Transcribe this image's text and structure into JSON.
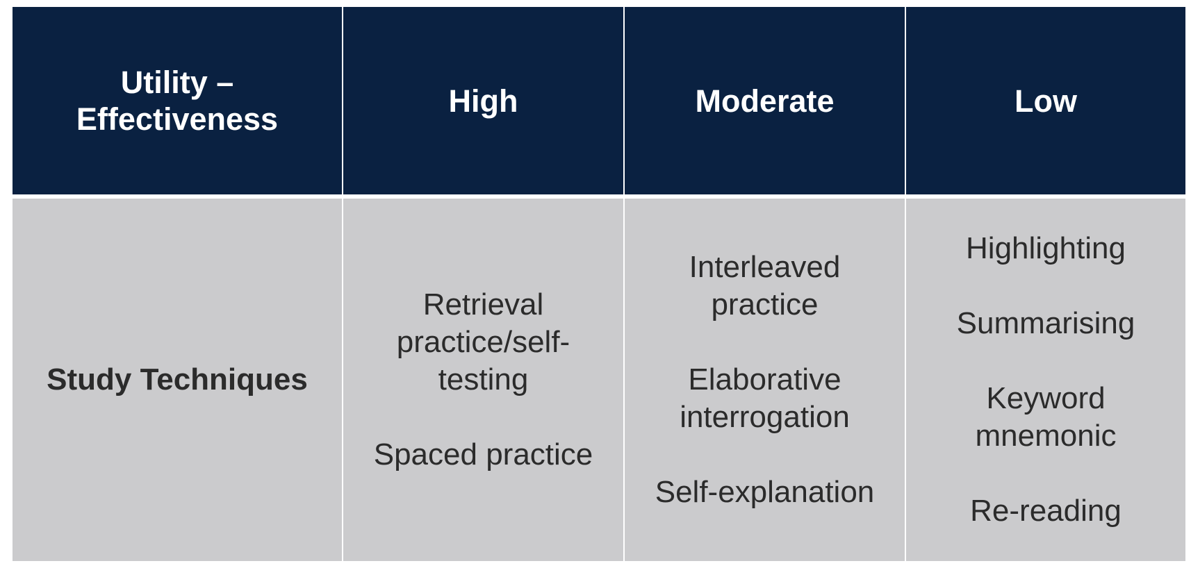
{
  "table": {
    "header": {
      "utility_label": "Utility – Effectiveness",
      "high": "High",
      "moderate": "Moderate",
      "low": "Low"
    },
    "row": {
      "label": "Study Techniques",
      "high": [
        "Retrieval practice/self-testing",
        "Spaced practice"
      ],
      "moderate": [
        "Interleaved practice",
        "Elaborative interrogation",
        "Self-explanation"
      ],
      "low": [
        "Highlighting",
        "Summarising",
        "Keyword mnemonic",
        "Re-reading"
      ]
    }
  },
  "colors": {
    "header_background": "#0a2141",
    "body_background": "#cbcbcd",
    "header_text": "#ffffff",
    "body_text": "#2b2b2b"
  }
}
